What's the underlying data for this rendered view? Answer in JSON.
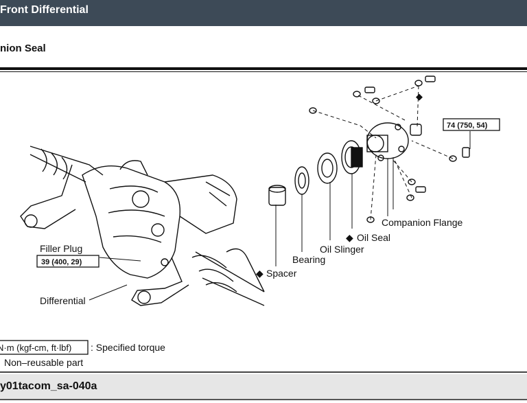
{
  "header": {
    "title": "Front Differential"
  },
  "section": {
    "title": "nion Seal"
  },
  "figure": {
    "labels": {
      "filler_plug": "Filler Plug",
      "differential": "Differential",
      "spacer": "Spacer",
      "bearing": "Bearing",
      "oil_slinger": "Oil Slinger",
      "oil_seal": "Oil Seal",
      "companion_flange": "Companion Flange"
    },
    "torques": {
      "filler_plug": "39 (400, 29)",
      "flange_bolt": "74 (750, 54)"
    },
    "legend": {
      "units_box": "N·m (kgf-cm, ft·lbf)",
      "units_text": ": Specified torque",
      "nonreusable_text": "Non–reusable part"
    },
    "symbols": {
      "nonreusable": "◆"
    }
  },
  "footer": {
    "image_id": "y01tacom_sa-040a"
  }
}
